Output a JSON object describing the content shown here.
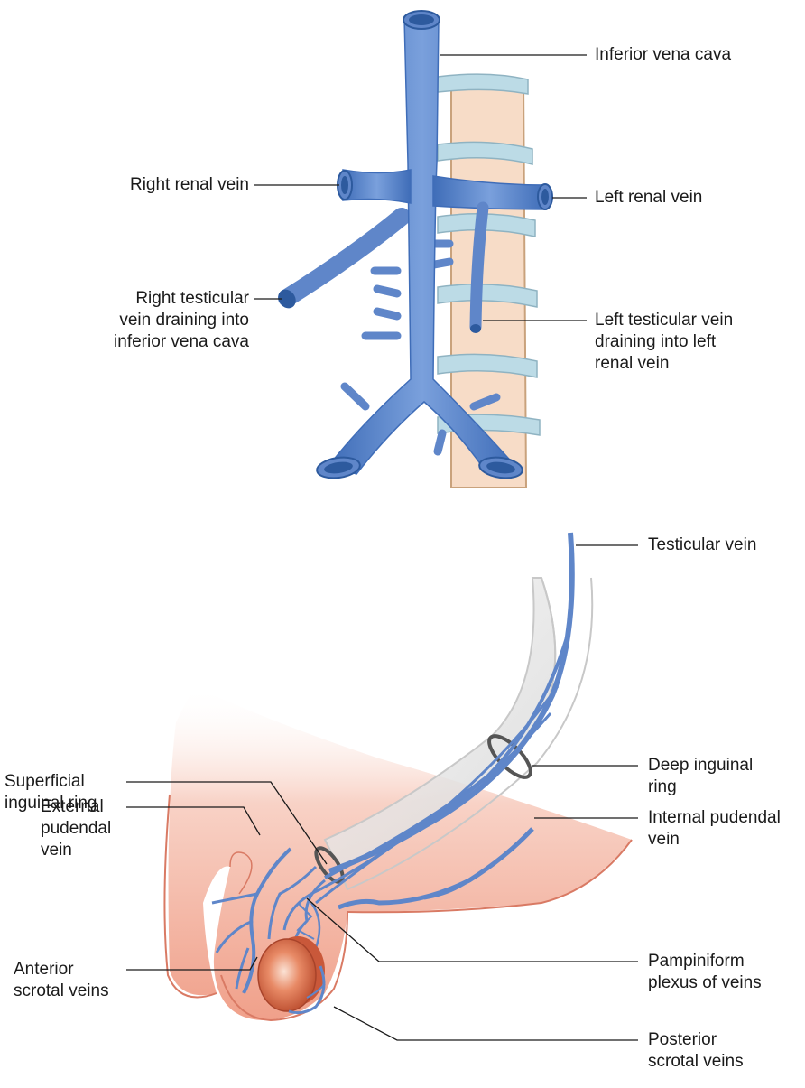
{
  "colors": {
    "vein": "#5f86c9",
    "vein_dark": "#2d5a9e",
    "vein_inner": "#3f6fb6",
    "vertebra": "#f7dcc7",
    "disc": "#bcdbe6",
    "skin": "#f2a896",
    "skin_light": "#fbe0d8",
    "testis": "#d9684a",
    "canal": "#e3e3e3"
  },
  "labels": {
    "inferior_vena_cava": "Inferior vena cava",
    "right_renal_vein": "Right renal vein",
    "left_renal_vein": "Left renal vein",
    "right_testicular": "Right testicular\nvein draining into\ninferior vena cava",
    "left_testicular": "Left testicular vein\ndraining into left\nrenal vein",
    "testicular_vein": "Testicular vein",
    "deep_inguinal_ring": "Deep inguinal\nring",
    "superficial_inguinal_ring": "Superficial\ninguinal ring",
    "internal_pudendal_vein": "Internal pudendal\nvein",
    "external_pudendal_vein": "External\npudendal\nvein",
    "pampiniform_plexus": "Pampiniform\nplexus of veins",
    "anterior_scrotal_veins": "Anterior\nscrotal veins",
    "posterior_scrotal_veins": "Posterior\nscrotal veins"
  }
}
